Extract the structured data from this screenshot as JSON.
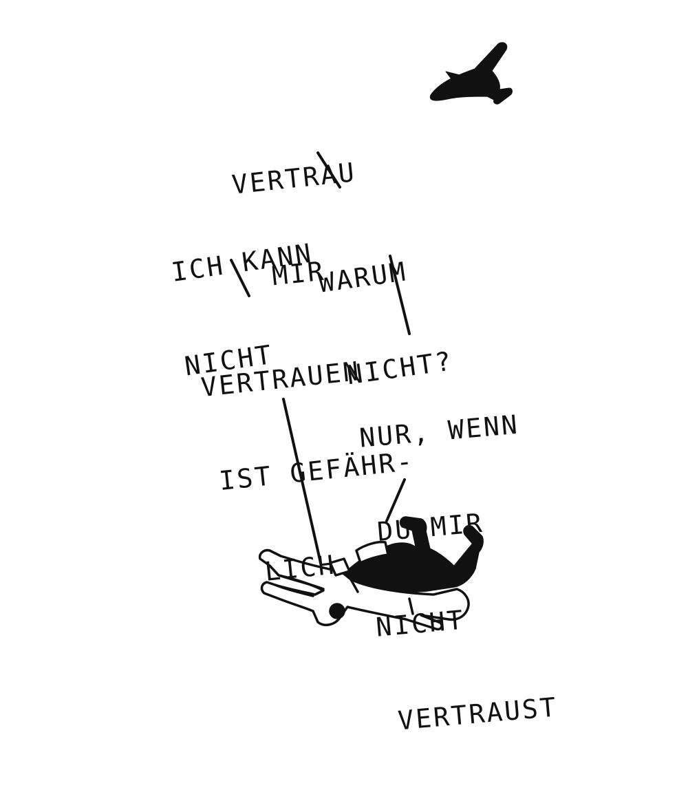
{
  "bubbles": {
    "vertrau_mir": [
      "VERTRAU",
      "MIR"
    ],
    "ich_kann_nicht": [
      "ICH KANN",
      "NICHT"
    ],
    "warum_nicht": [
      "WARUM",
      "NICHT?"
    ],
    "vertrauen_gefaehrlich": [
      "VERTRAUEN",
      "IST GEFÄHR-",
      "LICH"
    ],
    "nur_wenn": [
      "NUR, WENN",
      "DU MIR",
      "NICHT",
      "VERTRAUST"
    ]
  },
  "colors": {
    "ink": "#111111",
    "background": "#ffffff"
  },
  "icons": [
    "airplane-icon",
    "skydiver-pair-illustration"
  ]
}
